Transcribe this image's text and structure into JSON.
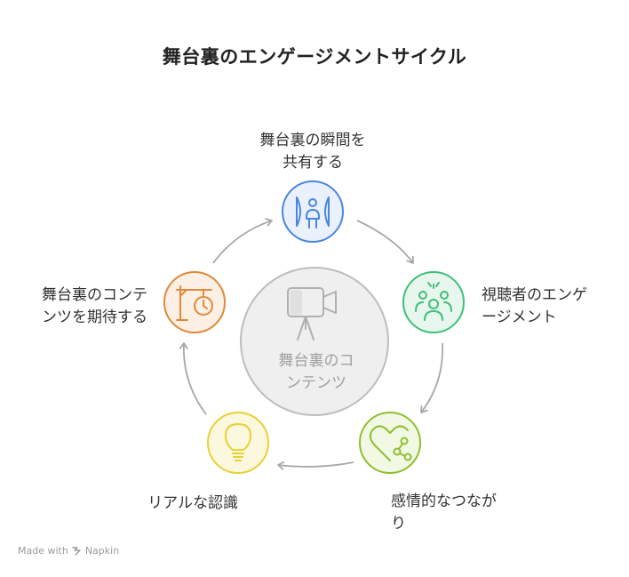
{
  "title": "舞台裏のエンゲージメントサイクル",
  "center": {
    "line1": "舞台裏のコ",
    "line2": "ンテンツ"
  },
  "nodes": [
    {
      "line1": "舞台裏の瞬間を",
      "line2": "共有する",
      "color": "#4a86e0",
      "fill": "#eaf1fc"
    },
    {
      "line1": "視聴者のエンゲ",
      "line2": "ージメント",
      "color": "#3fbf79",
      "fill": "#e8f7ee"
    },
    {
      "line1": "感情的なつなが",
      "line2": "り",
      "color": "#8fbf2f",
      "fill": "#f1f8e3"
    },
    {
      "line1": "リアルな認識",
      "line2": "",
      "color": "#e8d035",
      "fill": "#fcf8dd"
    },
    {
      "line1": "舞台裏のコンテ",
      "line2": "ンツを期待する",
      "color": "#e0893a",
      "fill": "#fcefe3"
    }
  ],
  "footer": {
    "made_with": "Made with",
    "brand": "Napkin"
  }
}
